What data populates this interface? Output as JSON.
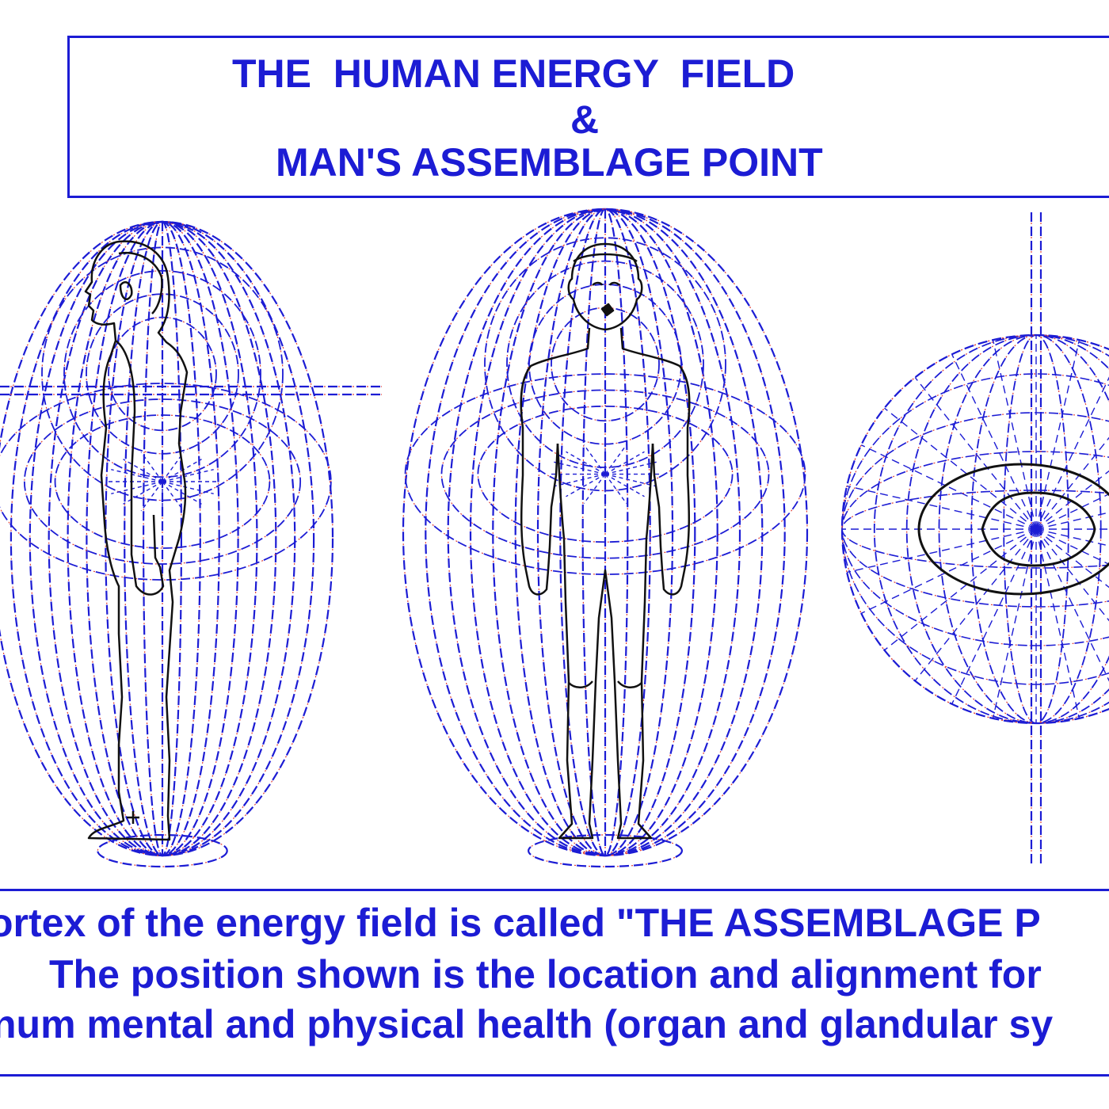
{
  "title": {
    "line1": "THE  HUMAN ENERGY  FIELD",
    "line2": "&",
    "line3": "MAN'S ASSEMBLAGE POINT"
  },
  "caption": {
    "line1": "ortex of the energy field is called \"THE ASSEMBLAGE P",
    "line2": "The position shown is the location and alignment for",
    "line3": "num mental and physical health (organ and glandular sy"
  },
  "colors": {
    "field_blue": "#1c1cd4",
    "field_red": "#e0413a",
    "figure_black": "#111111",
    "background": "#ffffff"
  },
  "figures": [
    {
      "id": "side-view",
      "icon": "human-silhouette-side-icon"
    },
    {
      "id": "front-view",
      "icon": "human-silhouette-front-icon"
    },
    {
      "id": "top-view",
      "icon": "energy-sphere-top-view-icon"
    }
  ]
}
